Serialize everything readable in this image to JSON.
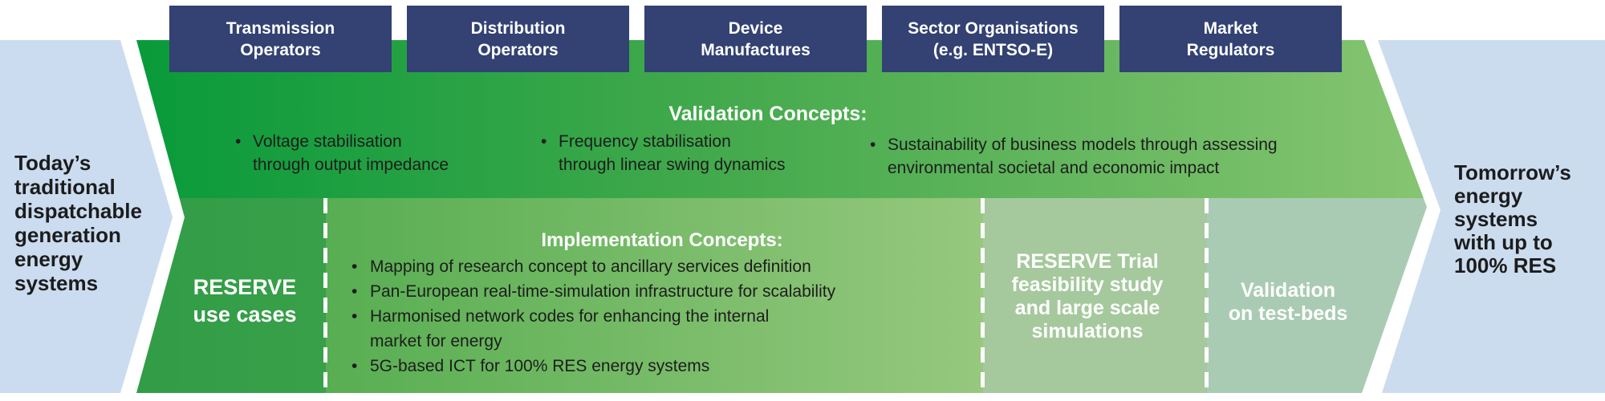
{
  "glyphs": {
    "bullet": "•"
  },
  "colors": {
    "navy_box": "#334173",
    "blue_chevron": "#cbdcf0",
    "green_dark": "#089a3a",
    "green_mid": "#45aa4d",
    "green_light": "#85c471",
    "usecases_green": "#2c9a44",
    "implementation_green": "#6ab55a",
    "trial_panel": "#a5c99d",
    "testbeds_panel": "#a9cbb3",
    "text_dark": "#1c1c1c",
    "text_white": "#ffffff"
  },
  "left_arrow": {
    "lines": [
      "Today’s",
      "traditional",
      "dispatchable",
      "generation",
      "energy",
      "systems"
    ]
  },
  "right_arrow": {
    "lines": [
      "Tomorrow’s",
      "energy",
      "systems",
      "with up to",
      "100% RES"
    ]
  },
  "stakeholders": [
    {
      "line1": "Transmission",
      "line2": "Operators"
    },
    {
      "line1": "Distribution",
      "line2": "Operators"
    },
    {
      "line1": "Device",
      "line2": "Manufactures"
    },
    {
      "line1": "Sector Organisations",
      "line2": "(e.g. ENTSO-E)"
    },
    {
      "line1": "Market",
      "line2": "Regulators"
    }
  ],
  "validation": {
    "title": "Validation Concepts:",
    "bullets": [
      {
        "lines": [
          "Voltage stabilisation",
          "through output impedance"
        ]
      },
      {
        "lines": [
          "Frequency stabilisation",
          "through linear swing dynamics"
        ]
      },
      {
        "lines": [
          "Sustainability of business models through assessing",
          "environmental societal and economic impact"
        ]
      }
    ]
  },
  "use_cases": {
    "lines": [
      "RESERVE",
      "use cases"
    ]
  },
  "implementation": {
    "title": "Implementation Concepts:",
    "bullets": [
      {
        "lines": [
          "Mapping of research concept to ancillary services definition",
          ""
        ]
      },
      {
        "lines": [
          "Pan-European real-time-simulation infrastructure for scalability",
          ""
        ]
      },
      {
        "lines": [
          "Harmonised network codes for enhancing the internal",
          "market for energy"
        ]
      },
      {
        "lines": [
          "5G-based ICT for 100% RES energy systems",
          ""
        ]
      }
    ]
  },
  "trial": {
    "lines": [
      "RESERVE Trial",
      "feasibility study",
      "and large scale",
      "simulations"
    ]
  },
  "testbeds": {
    "lines": [
      "Validation",
      "on test-beds"
    ]
  }
}
